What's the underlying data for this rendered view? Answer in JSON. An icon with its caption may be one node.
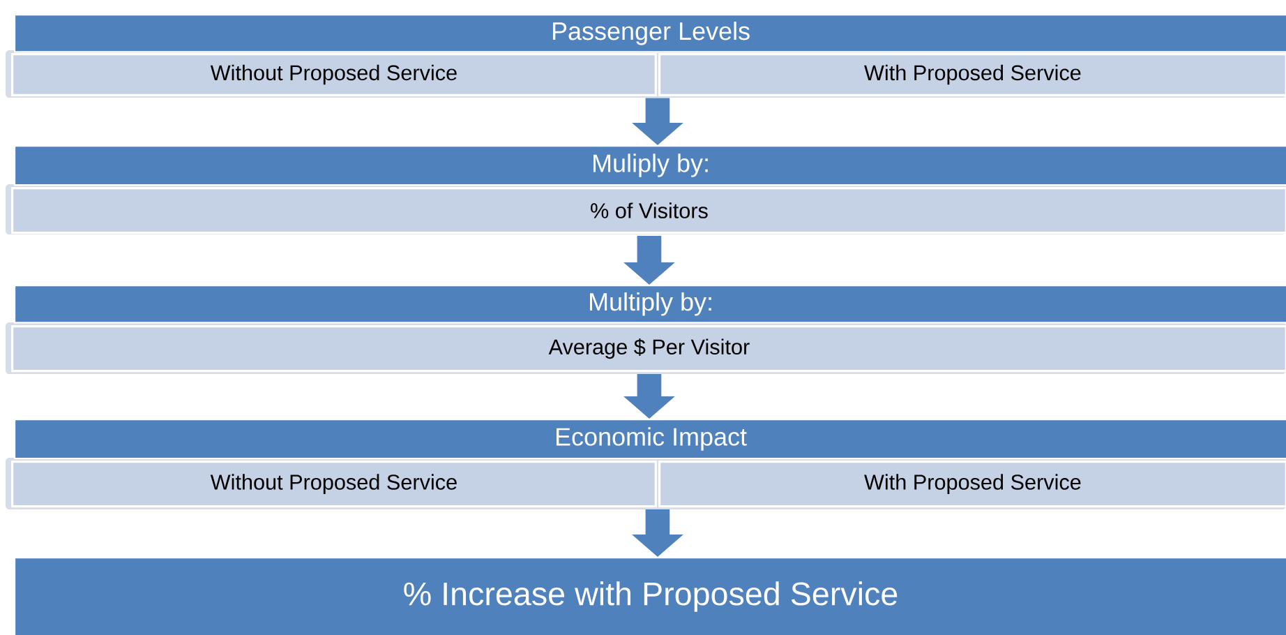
{
  "diagram": {
    "nodes": [
      {
        "text": [
          "Passenger Levels"
        ]
      },
      {
        "text": [
          "Without Proposed Service"
        ]
      },
      {
        "text": [
          "With Proposed Service"
        ]
      },
      {
        "text": [
          "Muliply by:"
        ]
      },
      {
        "text": [
          "% of Visitors"
        ]
      },
      {
        "text": [
          "Multiply by:"
        ]
      },
      {
        "text": [
          "Average $ Per Visitor"
        ]
      },
      {
        "text": [
          "Economic Impact"
        ]
      },
      {
        "text": [
          "Without Proposed Service"
        ]
      },
      {
        "text": [
          "With Proposed Service"
        ]
      },
      {
        "text": [
          "% Increase with Proposed Service"
        ]
      }
    ],
    "edges": [
      {
        "from": 1,
        "to": 3,
        "arrow": "to"
      },
      {
        "from": 2,
        "to": 3,
        "arrow": "to"
      },
      {
        "from": 4,
        "to": 5,
        "arrow": "to"
      },
      {
        "from": 6,
        "to": 7,
        "arrow": "to"
      },
      {
        "from": 8,
        "to": 10,
        "arrow": "to"
      },
      {
        "from": 9,
        "to": 10,
        "arrow": "to"
      }
    ]
  }
}
